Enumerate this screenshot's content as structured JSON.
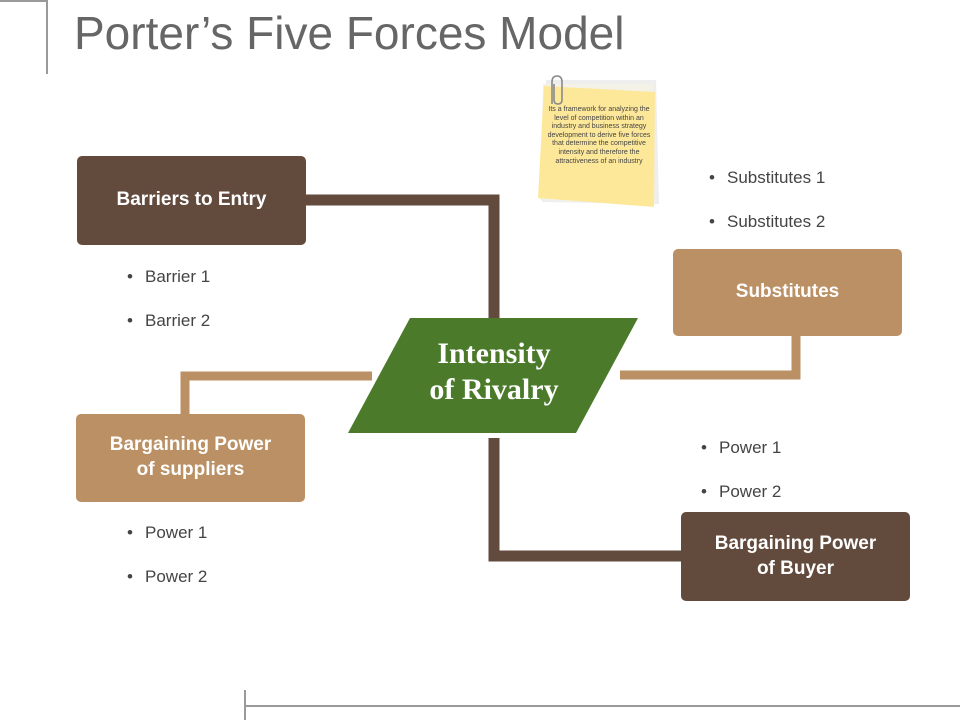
{
  "title": "Porter’s Five Forces Model",
  "center": {
    "line1": "Intensity",
    "line2": "of Rivalry"
  },
  "note": "Its a framework for analyzing the level of competition within an industry and business strategy development to derive five forces that determine the competitive intensity and therefore the attractiveness of an industry",
  "forces": {
    "barriers": {
      "label": "Barriers to Entry",
      "bullets": [
        "Barrier 1",
        "Barrier 2"
      ]
    },
    "substitutes": {
      "label": "Substitutes",
      "bullets": [
        "Substitutes 1",
        "Substitutes 2"
      ]
    },
    "suppliers": {
      "line1": "Bargaining Power",
      "line2": "of suppliers",
      "bullets": [
        "Power 1",
        "Power 2"
      ]
    },
    "buyer": {
      "line1": "Bargaining Power",
      "line2": "of Buyer",
      "bullets": [
        "Power 1",
        "Power 2"
      ]
    }
  },
  "colors": {
    "dark_brown": "#624a3d",
    "light_brown": "#bb9064",
    "green": "#4a7a2a",
    "note_yellow": "#fde89a",
    "title_gray": "#666666"
  },
  "icons": [
    "paperclip-icon"
  ]
}
